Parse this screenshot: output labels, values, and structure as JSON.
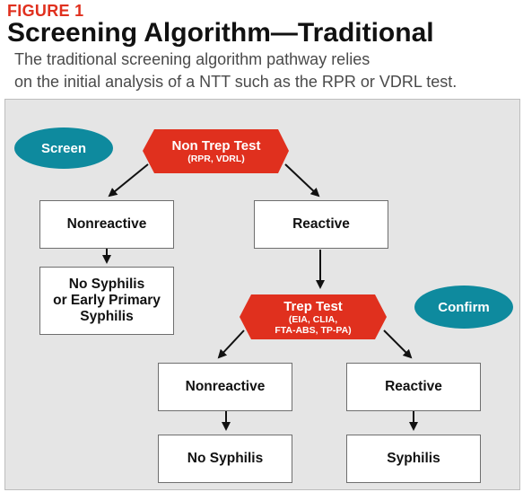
{
  "header": {
    "figure_label": "FIGURE 1",
    "title": "Screening Algorithm—Traditional",
    "subtitle_line1": "The traditional screening algorithm pathway relies",
    "subtitle_line2": "on the initial analysis of a NTT such as the RPR or VDRL test."
  },
  "colors": {
    "hexagon_fill": "#e0301e",
    "oval_fill": "#0e8a9e",
    "panel_bg": "#e5e5e5"
  },
  "diagram": {
    "screen_label": "Screen",
    "confirm_label": "Confirm",
    "non_trep_test": {
      "title": "Non Trep Test",
      "subtitle": "(RPR, VDRL)"
    },
    "trep_test": {
      "title": "Trep Test",
      "subtitle_line1": "(EIA, CLIA,",
      "subtitle_line2": "FTA-ABS, TP-PA)"
    },
    "ntt_nonreactive": "Nonreactive",
    "ntt_reactive": "Reactive",
    "no_syphilis_early_line1": "No Syphilis",
    "no_syphilis_early_line2": "or Early Primary",
    "no_syphilis_early_line3": "Syphilis",
    "trep_nonreactive": "Nonreactive",
    "trep_reactive": "Reactive",
    "final_no_syphilis": "No Syphilis",
    "final_syphilis": "Syphilis"
  }
}
